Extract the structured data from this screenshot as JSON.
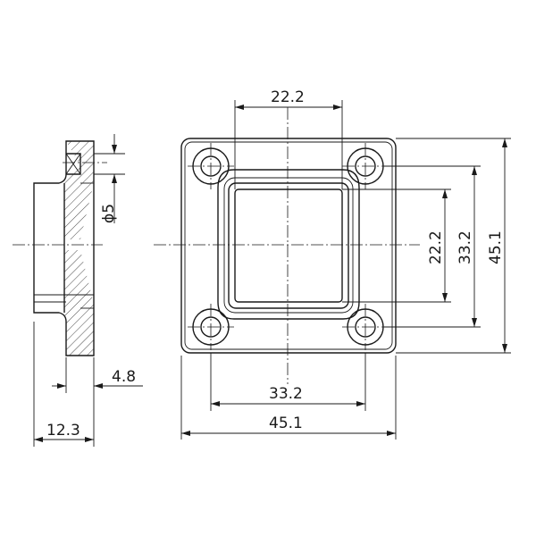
{
  "dimensions": {
    "top_inner_width": "22.2",
    "right_inner_height": "22.2",
    "right_bolt_height": "33.2",
    "right_outer_height": "45.1",
    "bottom_bolt_width": "33.2",
    "bottom_outer_width": "45.1",
    "hole_diameter": "ϕ5",
    "plate_thickness": "4.8",
    "total_height": "12.3"
  }
}
